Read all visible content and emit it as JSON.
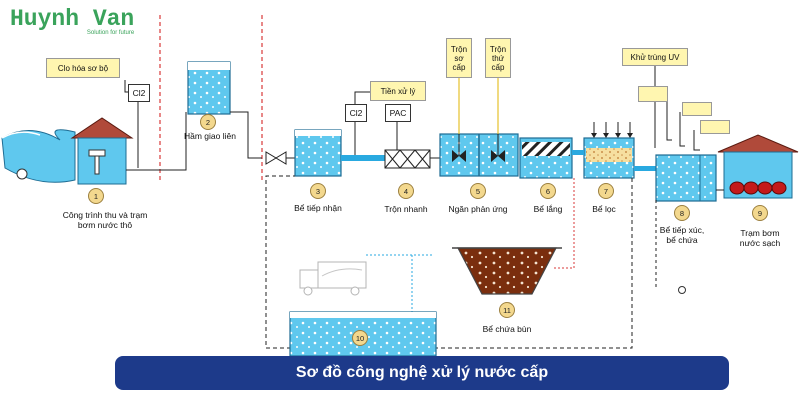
{
  "brand": {
    "name": "Huynh Van",
    "tagline": "Solution for future"
  },
  "title": "Sơ đồ công nghệ xử lý nước cấp",
  "chemicals": {
    "pre_chlorination": "Clo hóa sơ bộ",
    "pretreatment": "Tiền xử lý",
    "cl2_intake": "Cl2",
    "cl2_tank": "Cl2",
    "pac": "PAC",
    "first_mixing": "Trộn sơ cấp",
    "second_mixing": "Trộn thứ cấp",
    "uv": "Khử trùng UV"
  },
  "stages": [
    {
      "num": "1",
      "label": "Công trình thu và trạm bơm nước thô"
    },
    {
      "num": "2",
      "label": "Hầm giao liên"
    },
    {
      "num": "3",
      "label": "Bể tiếp nhận"
    },
    {
      "num": "4",
      "label": "Trộn nhanh"
    },
    {
      "num": "5",
      "label": "Ngăn phản ứng"
    },
    {
      "num": "6",
      "label": "Bể lắng"
    },
    {
      "num": "7",
      "label": "Bể lọc"
    },
    {
      "num": "8",
      "label": "Bể tiếp xúc, bể chứa"
    },
    {
      "num": "9",
      "label": "Trạm bơm nước sạch"
    },
    {
      "num": "10",
      "label": ""
    },
    {
      "num": "11",
      "label": "Bể chứa bùn"
    }
  ],
  "colors": {
    "water": "#5fc8ee",
    "pipe": "#29a9e0",
    "sludge": "#7a2e0e",
    "brand": "#3aa35b",
    "banner": "#1d3a8a",
    "divider": "#d93a3a",
    "note_box": "#fff6b0",
    "roof": "#b04a3a"
  }
}
